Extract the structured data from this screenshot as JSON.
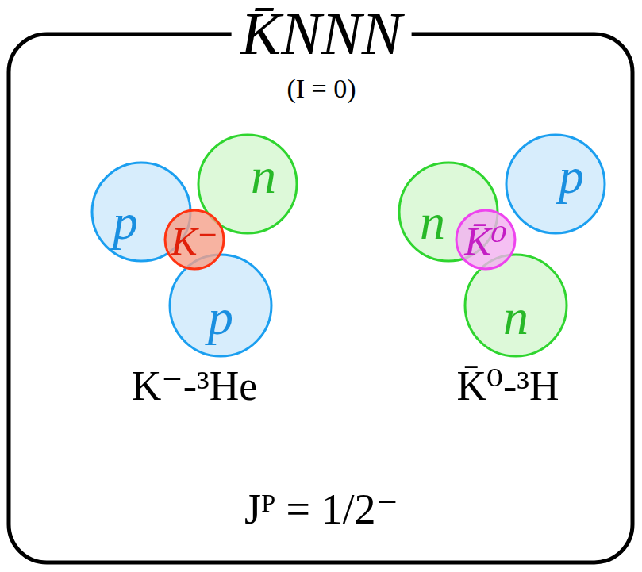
{
  "diagram": {
    "nodes": [
      {
        "text": [
          "K̄NNN",
          "(I = 0)",
          "Jᴾ = 1/2⁻"
        ]
      },
      {
        "text": [
          "p"
        ],
        "in": 0
      },
      {
        "text": [
          "n"
        ],
        "in": 0
      },
      {
        "text": [
          "p"
        ],
        "in": 0
      },
      {
        "text": [
          "K⁻"
        ],
        "in": 0
      },
      {
        "text": [
          "n"
        ],
        "in": 0
      },
      {
        "text": [
          "p"
        ],
        "in": 0
      },
      {
        "text": [
          "n"
        ],
        "in": 0
      },
      {
        "text": [
          "K̄⁰"
        ],
        "in": 0
      }
    ],
    "labels": [
      "K⁻-³He",
      "K̄⁰-³H"
    ]
  }
}
